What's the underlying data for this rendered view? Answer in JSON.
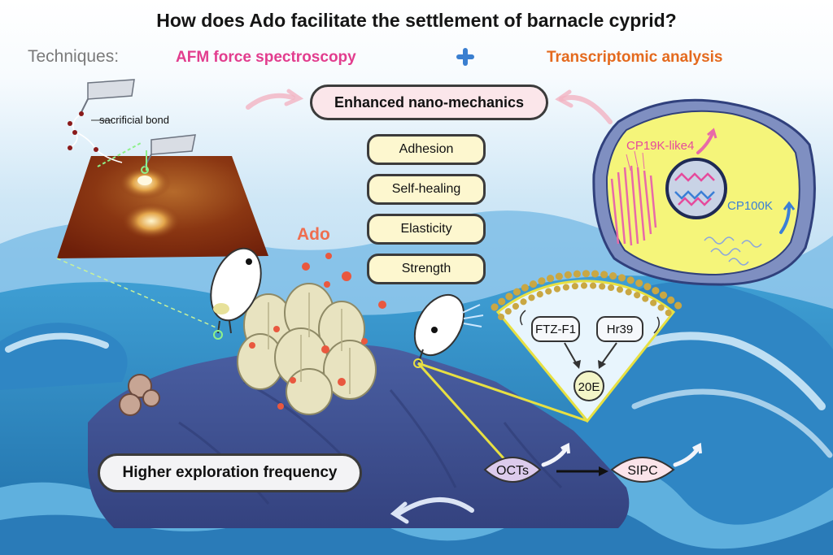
{
  "title": "How does Ado facilitate the settlement of barnacle cyprid?",
  "techniques": {
    "label": "Techniques:",
    "afm": "AFM force spectroscopy",
    "transcriptomic": "Transcriptomic analysis"
  },
  "enhanced_label": "Enhanced nano-mechanics",
  "properties": [
    "Adhesion",
    "Self-healing",
    "Elasticity",
    "Strength"
  ],
  "afm_panel": {
    "bond_label": "sacrificial bond"
  },
  "ado_label": "Ado",
  "cell": {
    "gene_top": "CP19K-like4",
    "gene_bottom": "CP100K"
  },
  "fan": {
    "gene_left": "FTZ-F1",
    "gene_right": "Hr39",
    "hormone": "20E"
  },
  "pathway": {
    "left": "OCTs",
    "right": "SIPC"
  },
  "exploration_label": "Higher exploration frequency",
  "colors": {
    "afm_text": "#e23d8e",
    "transcriptomic_text": "#e46a1e",
    "techniques_text": "#7a7a7a",
    "plus": "#3a7fd0",
    "ado_text": "#ef6e4f",
    "gene_pink": "#e64a9c",
    "gene_blue": "#3b7fd6",
    "rock": "#3e4f92",
    "cell_fill": "#f5f57a"
  }
}
